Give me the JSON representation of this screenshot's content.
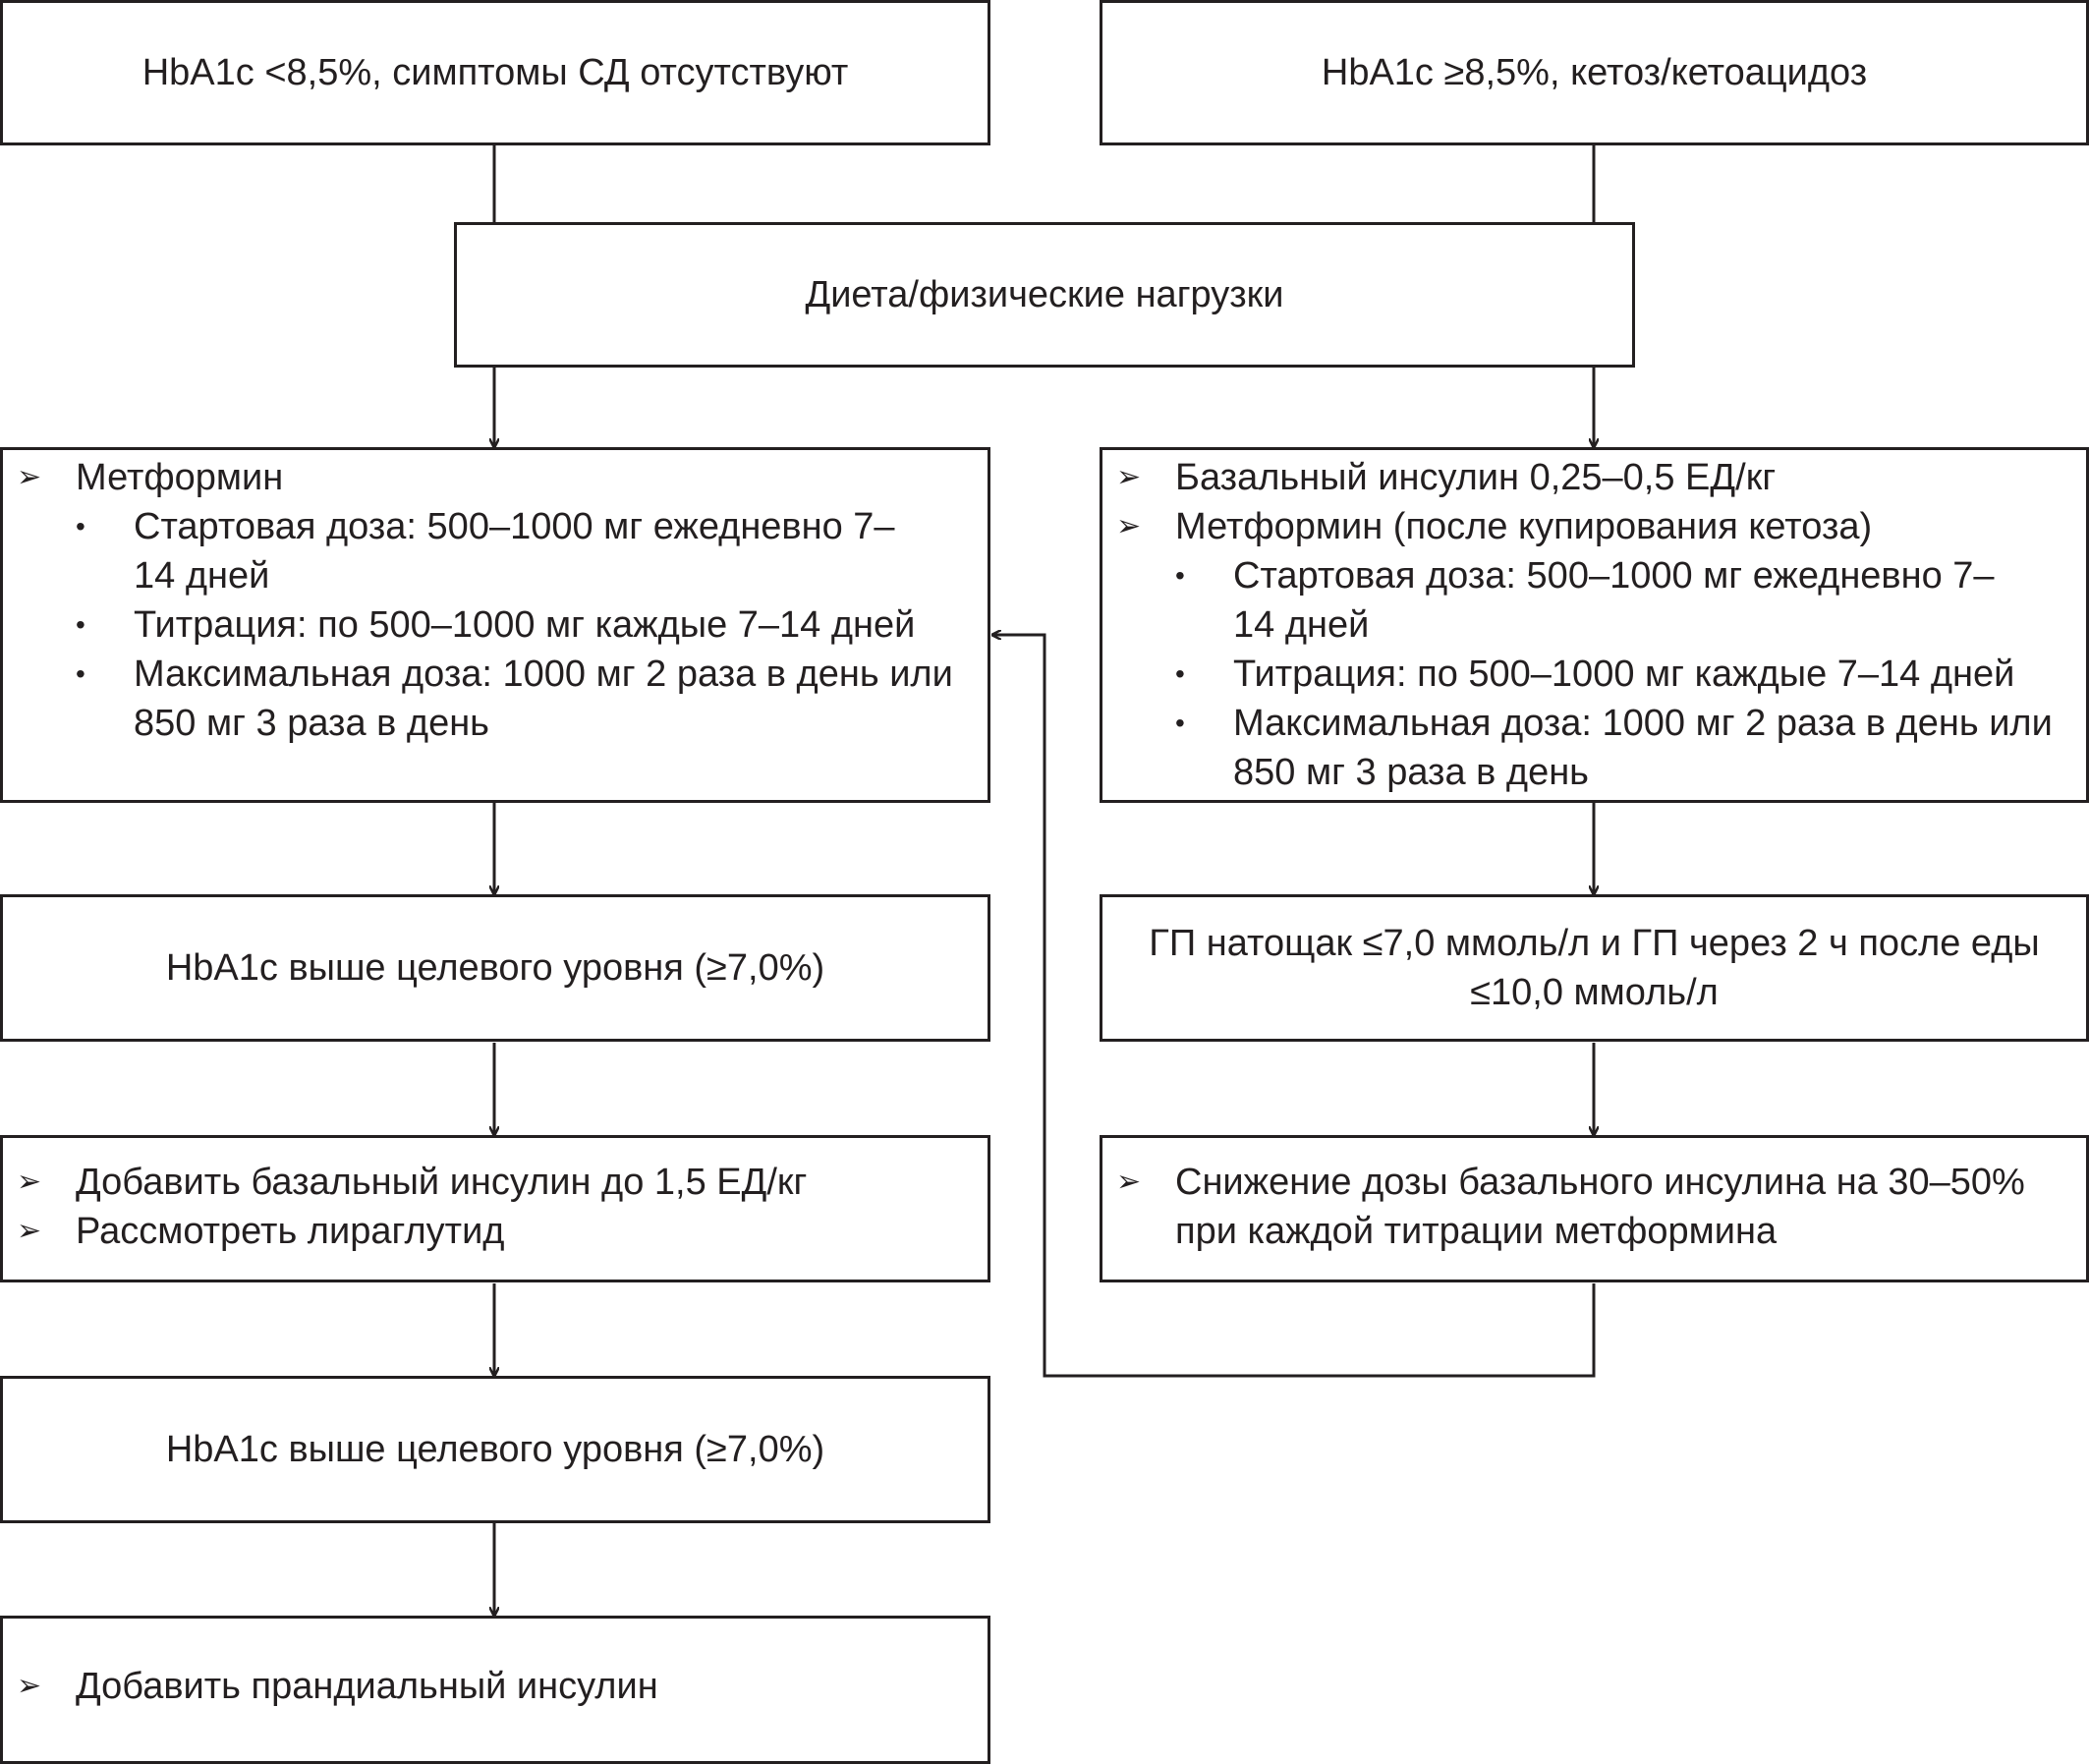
{
  "boxes": {
    "top_left": "HbA1c <8,5%, симптомы СД отсутствуют",
    "top_right": "HbA1c ≥8,5%, кетоз/кетоацидоз",
    "diet": "Диета/физические нагрузки",
    "metformin_left": {
      "bullet_marker": "➢",
      "dot_marker": "•",
      "heading": "Метформин",
      "subitems": [
        "Стартовая доза: 500–1000 мг ежедневно 7–14 дней",
        "Титрация: по 500–1000 мг каждые 7–14 дней",
        "Максимальная доза: 1000 мг 2 раза в день или 850 мг 3 раза в день"
      ]
    },
    "insulin_right": {
      "items": [
        "Базальный инсулин 0,25–0,5 ЕД/кг",
        "Метформин (после купирования кетоза)"
      ],
      "subitems": [
        "Стартовая доза: 500–1000 мг ежедневно 7–14 дней",
        "Титрация: по 500–1000 мг каждые 7–14 дней",
        "Максимальная доза: 1000 мг 2 раза в день или 850 мг 3 раза в день"
      ]
    },
    "hba1c_above_1": "HbA1c выше целевого уровня (≥7,0%)",
    "glucose_target": "ГП натощак ≤7,0 ммоль/л и ГП через 2 ч после еды ≤10,0 ммоль/л",
    "add_basal": {
      "items": [
        "Добавить базальный инсулин до 1,5 ЕД/кг",
        "Рассмотреть лираглутид"
      ]
    },
    "reduce_dose": {
      "items": [
        "Снижение дозы базального инсулина на 30–50% при каждой титрации метформина"
      ]
    },
    "hba1c_above_2": "HbA1c выше целевого уровня (≥7,0%)",
    "prandial": {
      "items": [
        "Добавить прандиальный инсулин"
      ]
    }
  }
}
